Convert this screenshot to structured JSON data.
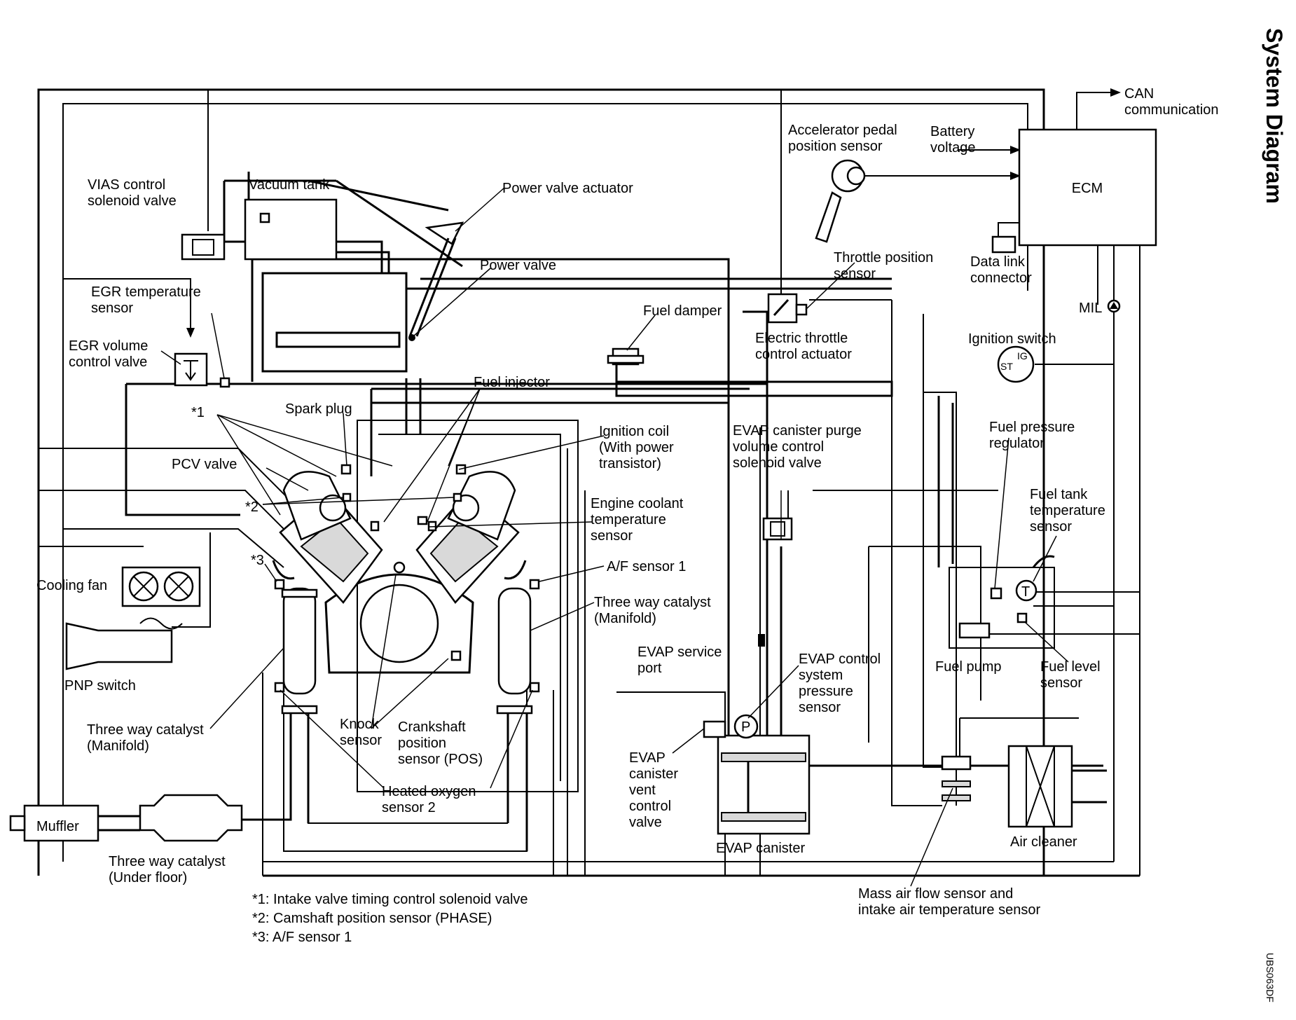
{
  "title": "System Diagram",
  "labels": {
    "can": "CAN\ncommunication",
    "ecm": "ECM",
    "accel": "Accelerator pedal\nposition sensor",
    "battery": "Battery\nvoltage",
    "vias": "VIAS control\nsolenoid valve",
    "vacuum_tank": "Vacuum tank",
    "power_valve_actuator": "Power valve actuator",
    "power_valve": "Power valve",
    "throttle_pos": "Throttle position\nsensor",
    "data_link": "Data link\nconnector",
    "egr_temp": "EGR temperature\nsensor",
    "egr_volume": "EGR volume\ncontrol valve",
    "fuel_damper": "Fuel damper",
    "electric_throttle": "Electric throttle\ncontrol actuator",
    "mil": "MIL",
    "ignition_switch": "Ignition switch",
    "fuel_injector": "Fuel injector",
    "star1": "*1",
    "spark_plug": "Spark plug",
    "ignition_coil": "Ignition coil\n(With power\ntransistor)",
    "evap_purge": "EVAP canister purge\nvolume control\nsolenoid valve",
    "fuel_pressure_reg": "Fuel pressure\nregulator",
    "pcv_valve": "PCV valve",
    "star2": "*2",
    "engine_coolant": "Engine coolant\ntemperature\nsensor",
    "fuel_tank_temp": "Fuel tank\ntemperature\nsensor",
    "star3": "*3",
    "af_sensor1": "A/F sensor 1",
    "cooling_fan": "Cooling fan",
    "twc_manifold_right": "Three way catalyst\n(Manifold)",
    "evap_service_port": "EVAP service\nport",
    "fuel_pump": "Fuel pump",
    "fuel_level": "Fuel level\nsensor",
    "evap_control_pressure": "EVAP control\nsystem\npressure\nsensor",
    "pnp_switch": "PNP switch",
    "knock_sensor": "Knock\nsensor",
    "crankshaft": "Crankshaft\nposition\nsensor (POS)",
    "twc_manifold_left": "Three way catalyst\n(Manifold)",
    "evap_vent": "EVAP\ncanister\nvent\ncontrol\nvalve",
    "heated_o2": "Heated oxygen\nsensor 2",
    "muffler": "Muffler",
    "evap_canister": "EVAP canister",
    "air_cleaner": "Air cleaner",
    "twc_underfloor": "Three way catalyst\n(Under floor)",
    "maf": "Mass air flow sensor and\nintake air temperature sensor",
    "ig": "IG",
    "st": "ST",
    "p": "P",
    "t": "T",
    "code": "UBS063DF"
  },
  "footnotes": [
    "*1: Intake valve timing control solenoid valve",
    "*2: Camshaft position sensor (PHASE)",
    "*3: A/F sensor 1"
  ]
}
